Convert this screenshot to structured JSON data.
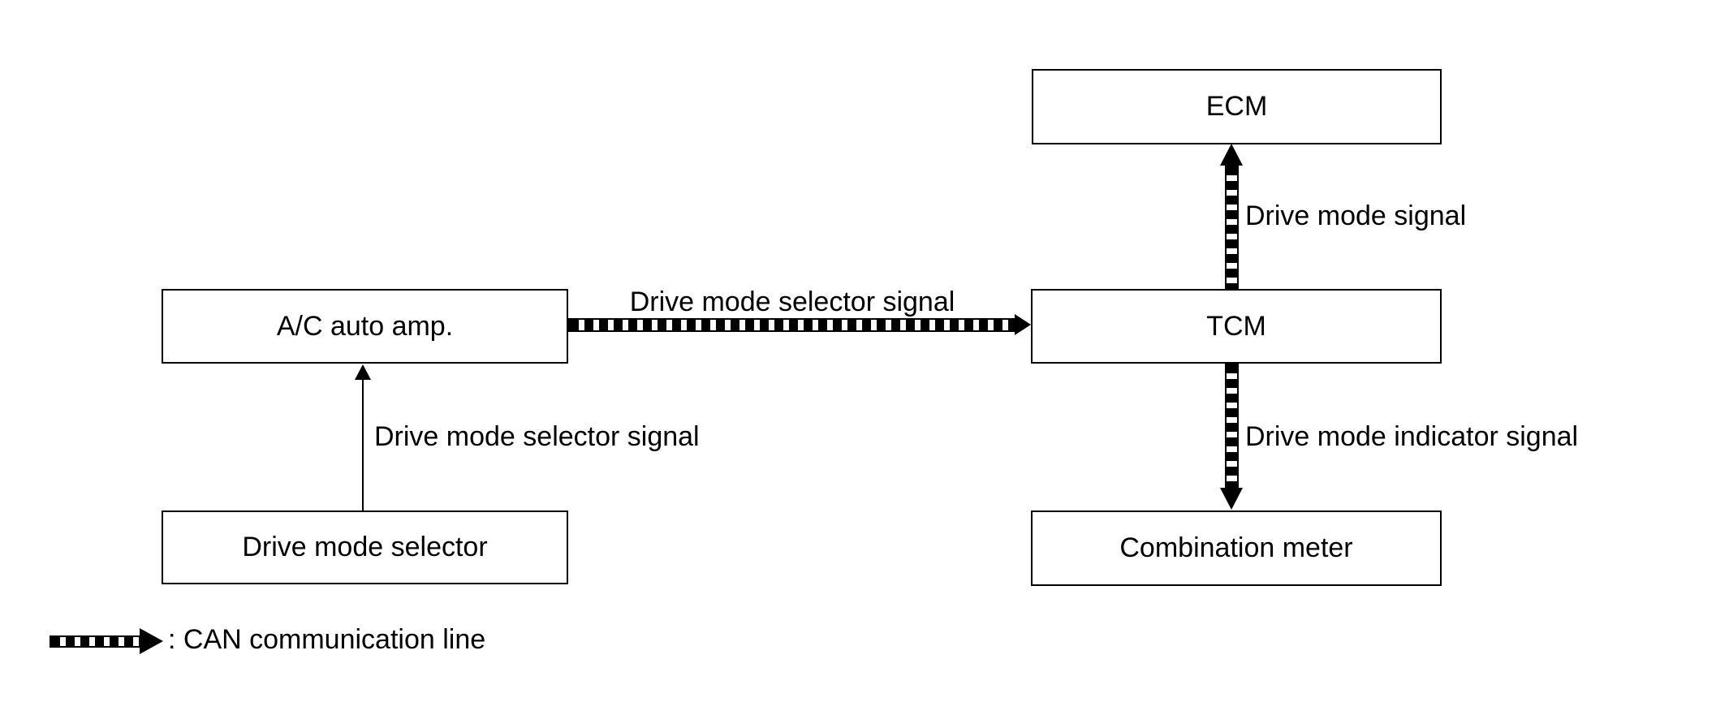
{
  "colors": {
    "ink": "#000000",
    "background": "#ffffff"
  },
  "nodes": {
    "ecm": {
      "label": "ECM"
    },
    "tcm": {
      "label": "TCM"
    },
    "ac_auto_amp": {
      "label": "A/C auto amp."
    },
    "drive_mode_selector": {
      "label": "Drive mode selector"
    },
    "combination_meter": {
      "label": "Combination meter"
    }
  },
  "edges": {
    "tcm_to_ecm": {
      "label": "Drive mode signal",
      "style": "can"
    },
    "ac_to_tcm": {
      "label": "Drive mode selector signal",
      "style": "can"
    },
    "selector_to_ac": {
      "label": "Drive mode selector signal",
      "style": "plain-wire"
    },
    "tcm_to_meter": {
      "label": "Drive mode indicator signal",
      "style": "can"
    }
  },
  "legend": {
    "text": ": CAN communication line"
  }
}
